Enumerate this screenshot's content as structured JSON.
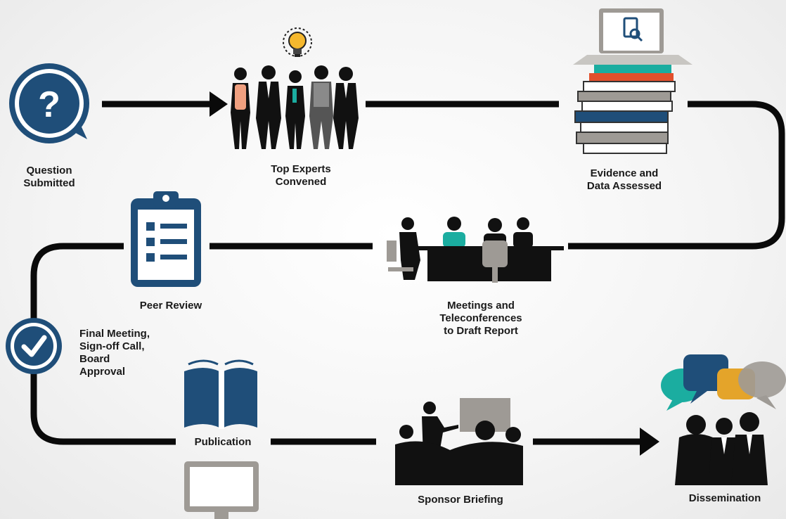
{
  "steps": {
    "question": "Question\nSubmitted",
    "experts": "Top Experts\nConvened",
    "evidence": "Evidence and\nData Assessed",
    "meetings": "Meetings and\nTeleconferences\nto Draft Report",
    "peer_review": "Peer Review",
    "final": "Final Meeting,\nSign-off Call,\nBoard\nApproval",
    "publication": "Publication",
    "briefing": "Sponsor Briefing",
    "dissemination": "Dissemination"
  },
  "icons": {
    "question": "question-bubble-icon",
    "experts": "experts-group-icon",
    "idea": "lightbulb-icon",
    "evidence": "laptop-books-icon",
    "meetings": "meeting-table-icon",
    "peer_review": "clipboard-checklist-icon",
    "final": "checkmark-circle-icon",
    "publication": "open-book-icon",
    "monitor": "monitor-icon",
    "briefing": "presentation-audience-icon",
    "dissemination": "speech-bubbles-people-icon"
  },
  "colors": {
    "brand_blue": "#1f4e79",
    "flow_line": "#0a0a0a",
    "bulb_yellow": "#f5b82e",
    "teal": "#1bada0",
    "coral": "#f08e6c",
    "red": "#e2502c",
    "gold": "#e4a42a",
    "grey": "#9e9a95"
  }
}
